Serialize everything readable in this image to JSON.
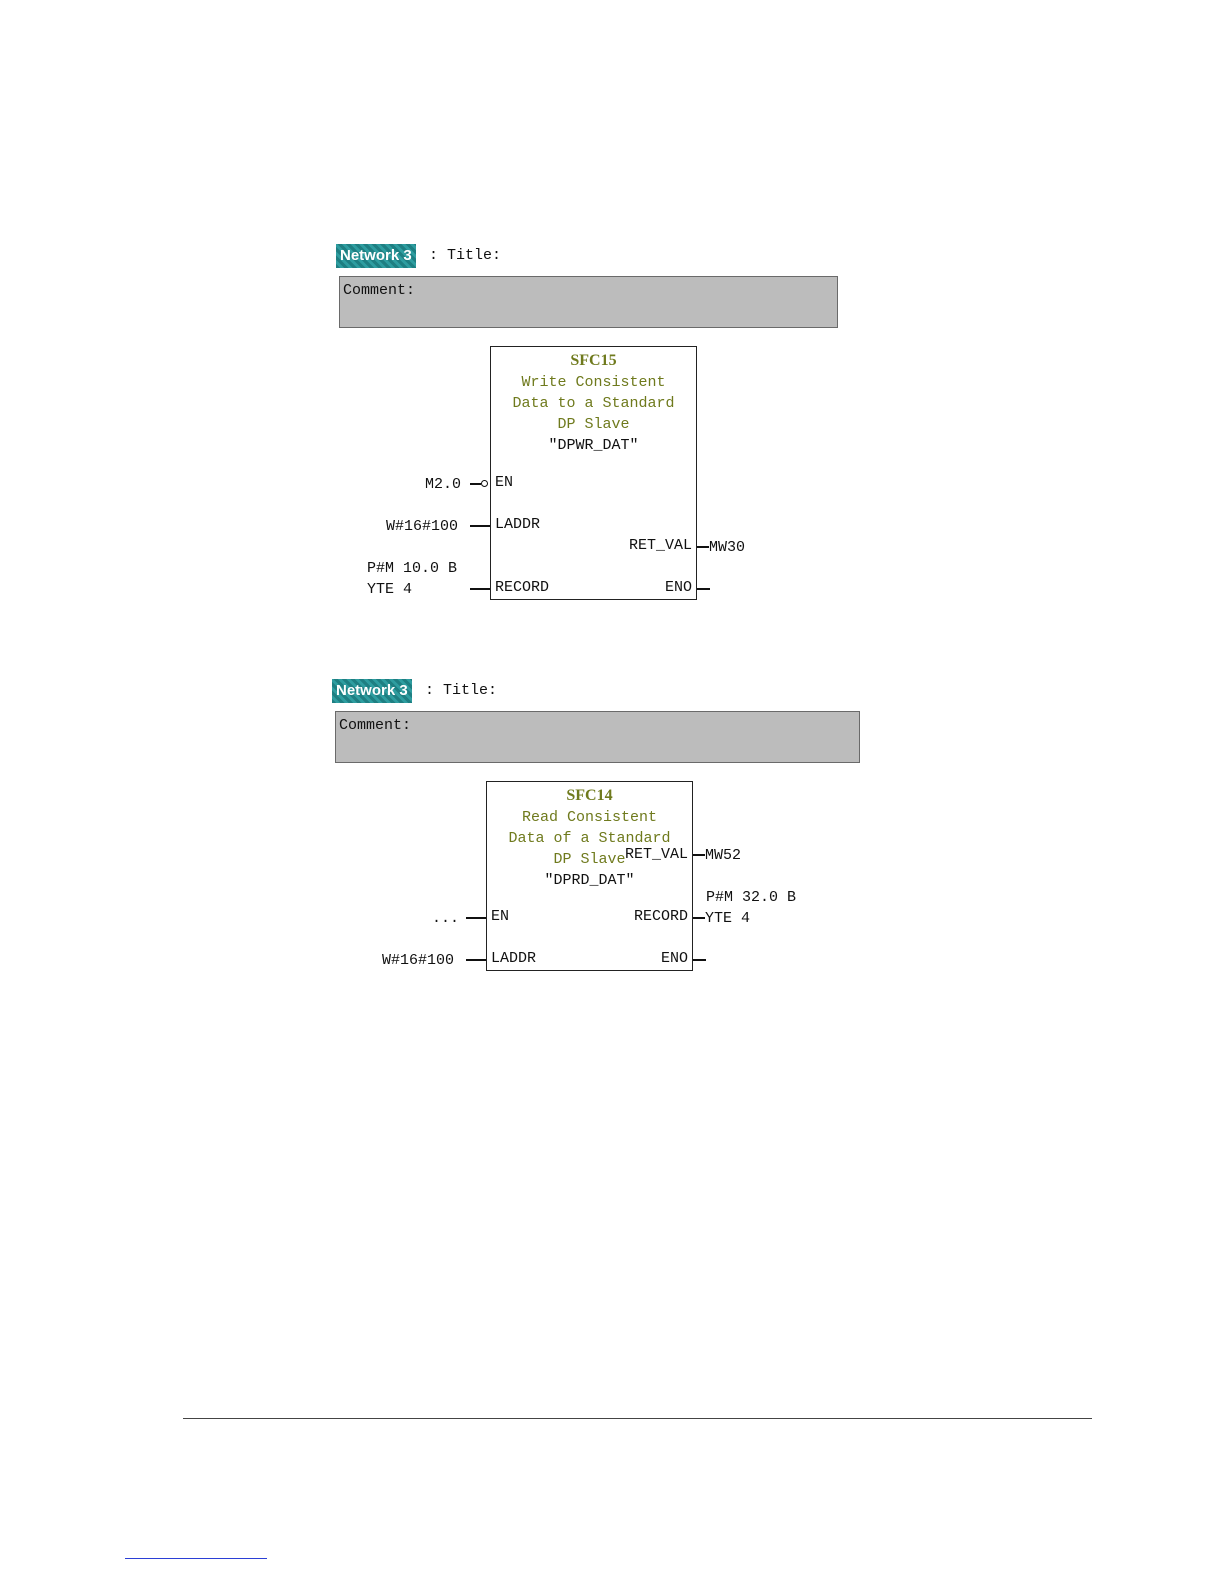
{
  "networks": [
    {
      "label": "Network 3",
      "title": ": Title:",
      "comment": "Comment:",
      "block": {
        "name": "SFC15",
        "desc": [
          "Write Consistent",
          "Data to a Standard",
          "DP Slave"
        ],
        "symbol": "\"DPWR_DAT\"",
        "inputs": [
          {
            "pin": "EN",
            "value": "M2.0",
            "negated": true
          },
          {
            "pin": "LADDR",
            "value": "W#16#100"
          },
          {
            "pin": "RECORD",
            "value": [
              "P#M 10.0 B",
              "YTE 4"
            ]
          }
        ],
        "outputs": [
          {
            "pin": "RET_VAL",
            "value": "MW30"
          },
          {
            "pin": "ENO",
            "value": ""
          }
        ]
      }
    },
    {
      "label": "Network 3",
      "title": ": Title:",
      "comment": "Comment:",
      "block": {
        "name": "SFC14",
        "desc": [
          "Read Consistent",
          "Data of a Standard",
          "DP Slave"
        ],
        "symbol": "\"DPRD_DAT\"",
        "inputs": [
          {
            "pin": "EN",
            "value": "..."
          },
          {
            "pin": "LADDR",
            "value": "W#16#100"
          }
        ],
        "outputs": [
          {
            "pin": "RET_VAL",
            "value": "MW52"
          },
          {
            "pin": "RECORD",
            "value": [
              "P#M 32.0 B",
              "YTE 4"
            ]
          },
          {
            "pin": "ENO",
            "value": ""
          }
        ]
      }
    }
  ]
}
